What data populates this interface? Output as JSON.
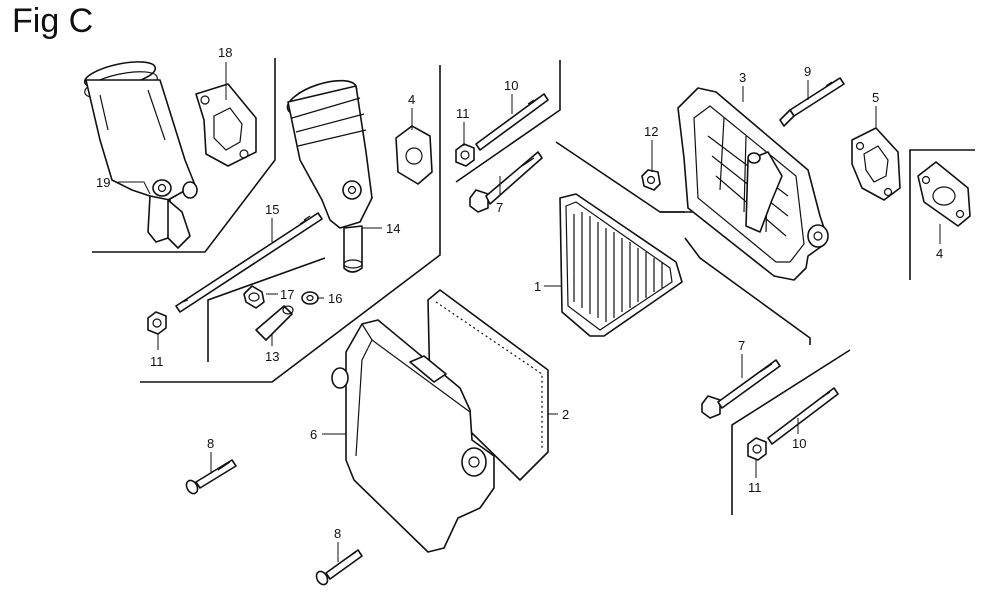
{
  "figure": {
    "title": "Fig C"
  },
  "callouts": {
    "n1": "1",
    "n2": "2",
    "n3": "3",
    "n4a": "4",
    "n4b": "4",
    "n5": "5",
    "n6": "6",
    "n7a": "7",
    "n7b": "7",
    "n8a": "8",
    "n8b": "8",
    "n9": "9",
    "n10a": "10",
    "n10b": "10",
    "n11a": "11",
    "n11b": "11",
    "n11c": "11",
    "n12": "12",
    "n13": "13",
    "n14": "14",
    "n15": "15",
    "n16": "16",
    "n17": "17",
    "n18": "18",
    "n19": "19"
  }
}
